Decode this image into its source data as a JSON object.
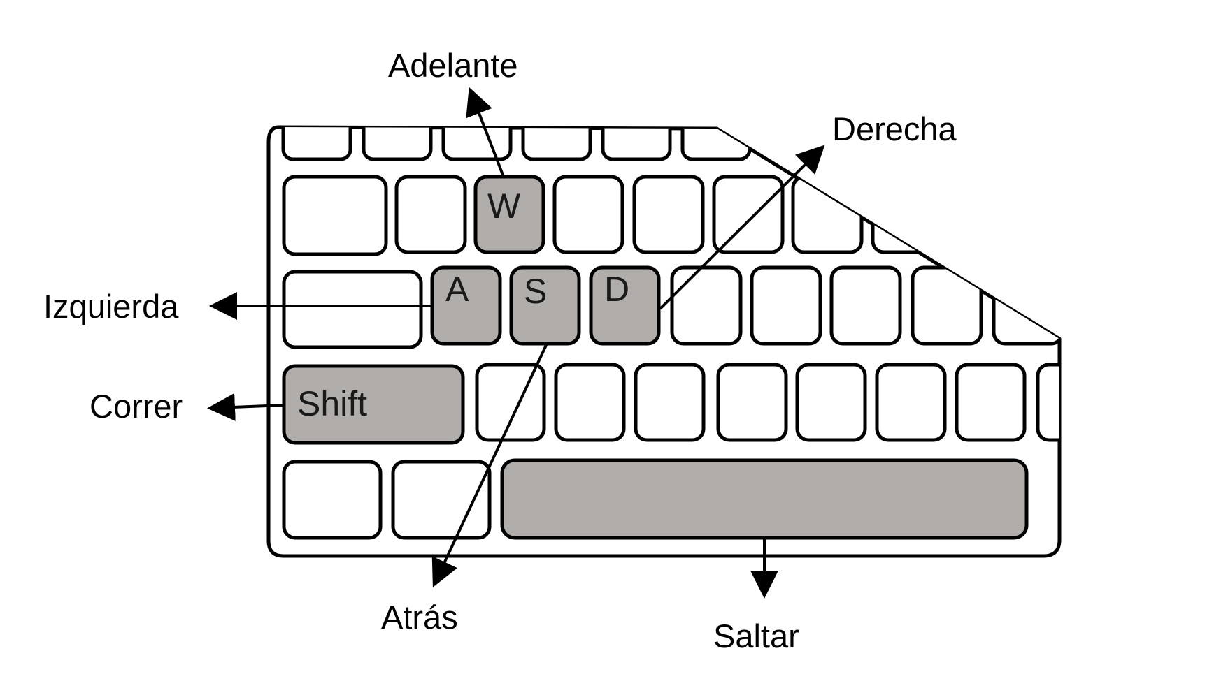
{
  "keys": {
    "w": "W",
    "a": "A",
    "s": "S",
    "d": "D",
    "shift": "Shift"
  },
  "actions": {
    "forward": "Adelante",
    "right": "Derecha",
    "left": "Izquierda",
    "run": "Correr",
    "back": "Atrás",
    "jump": "Saltar"
  },
  "colors": {
    "highlight_key": "#b1adab",
    "outline": "#000000"
  }
}
